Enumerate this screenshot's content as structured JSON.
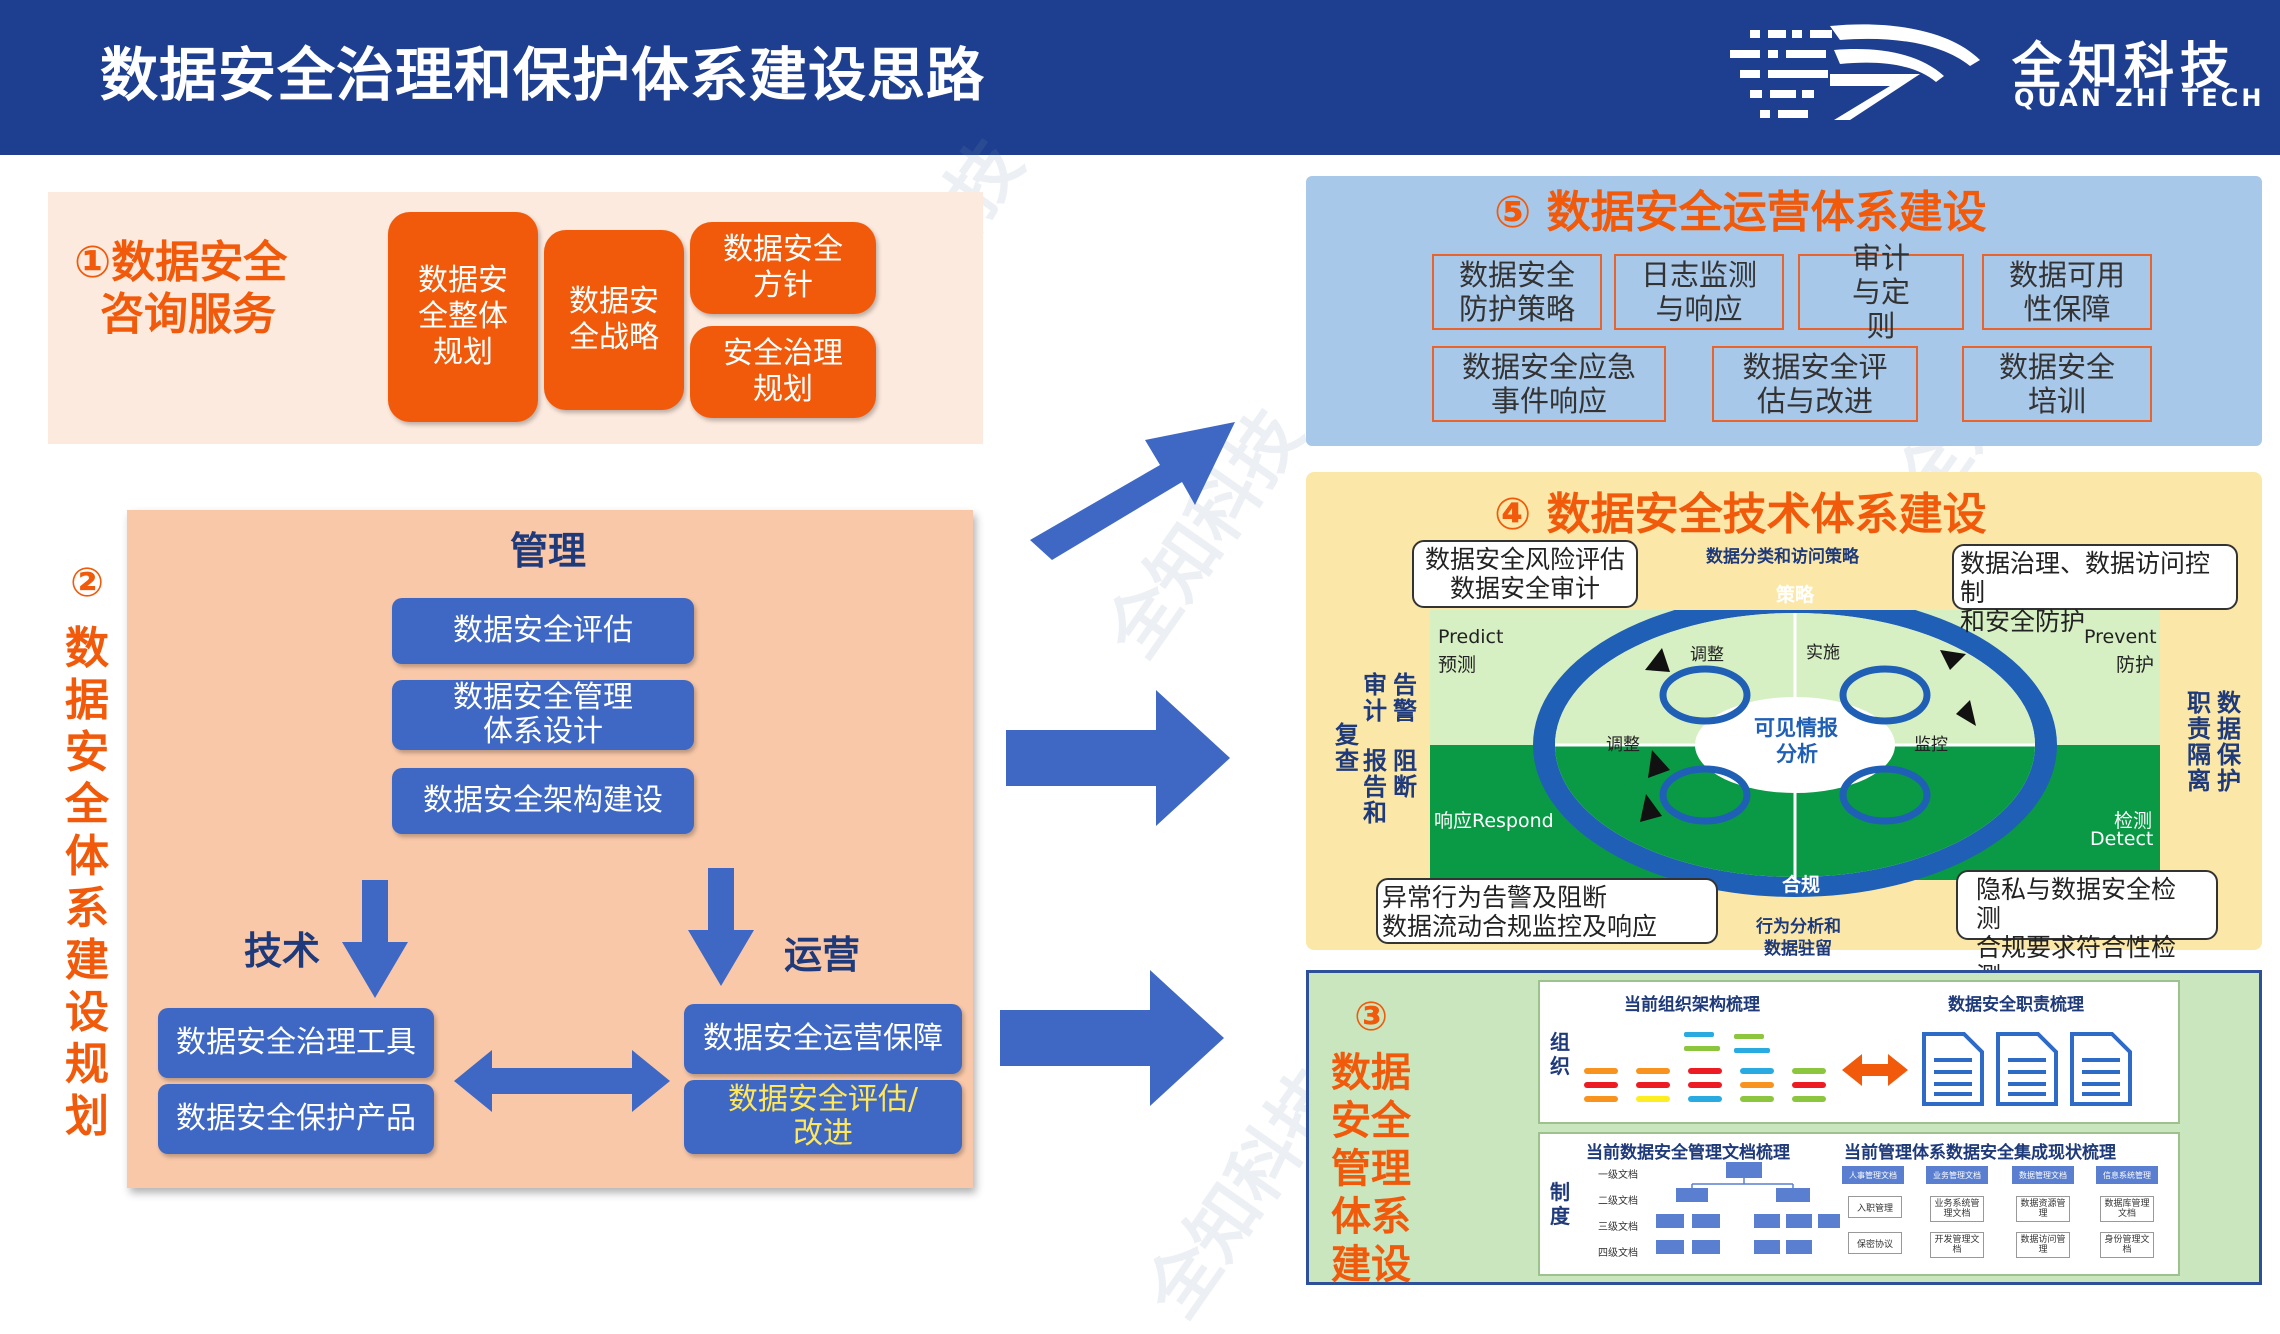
{
  "header": {
    "title": "数据安全治理和保护体系建设思路",
    "logo_cn": "全知科技",
    "logo_en": "QUAN ZHI TECH"
  },
  "sec1": {
    "title_line1": "①数据安全",
    "title_line2": "咨询服务",
    "boxes": [
      "数据安全整体规划",
      "数据安全战略",
      "数据安全方针",
      "安全治理规划"
    ]
  },
  "sec2": {
    "vertical_title": [
      "②",
      "数",
      "据",
      "安",
      "全",
      "体",
      "系",
      "建",
      "设",
      "规",
      "划"
    ],
    "management_label": "管理",
    "management_items": [
      "数据安全评估",
      "数据安全管理体系设计",
      "数据安全架构建设"
    ],
    "tech_label": "技术",
    "tech_items": [
      "数据安全治理工具",
      "数据安全保护产品"
    ],
    "ops_label": "运营",
    "ops_items": [
      "数据安全运营保障",
      "数据安全评估/改进"
    ]
  },
  "sec5": {
    "title": "⑤ 数据安全运营体系建设",
    "row1": [
      "数据安全防护策略",
      "日志监测与响应",
      "审计与定则",
      "数据可用性保障"
    ],
    "row2": [
      "数据安全应急事件响应",
      "数据安全评估与改进",
      "数据安全培训"
    ]
  },
  "sec4": {
    "title": "④ 数据安全技术体系建设",
    "top_caption": "数据分类和访问策略",
    "bottom_caption_line1": "行为分析和",
    "bottom_caption_line2": "数据驻留",
    "callout_tl": [
      "数据安全风险评估",
      "数据安全审计"
    ],
    "callout_tr": [
      "数据治理、数据访问控制",
      "和安全防护"
    ],
    "callout_bl": [
      "异常行为告警及阻断",
      "数据流动合规监控及响应"
    ],
    "callout_br": [
      "隐私与数据安全检测",
      "合规要求符合性检测"
    ],
    "predict": [
      "Predict",
      "预测"
    ],
    "prevent": [
      "Prevent",
      "防护"
    ],
    "respond": "响应Respond",
    "detect": [
      "检测",
      "Detect"
    ],
    "ring_top": "策略",
    "ring_bottom": "合规",
    "center": [
      "可见情报",
      "分析"
    ],
    "cycle_labels": [
      "调整",
      "实施",
      "调整",
      "监控"
    ],
    "left_side_1": "告警",
    "left_side_2": "审计",
    "left_side_3": "阻断",
    "left_side_4": "报告和",
    "left_side_5": "复查",
    "right_side_1": "数据保护",
    "right_side_2": "职责隔离",
    "colors": {
      "green": "#0a9a45",
      "light_green": "#d6f0c4",
      "ring_blue": "#1f5fb5"
    }
  },
  "sec3": {
    "vertical_title": [
      "③",
      "数据",
      "安全",
      "管理",
      "体系",
      "建设"
    ],
    "top_left_caption": "当前组织架构梳理",
    "top_right_caption": "数据安全职责梳理",
    "org_label": "组织",
    "system_label": "制度",
    "bottom_left_caption": "当前数据安全管理文档梳理",
    "bottom_right_caption": "当前管理体系数据安全集成现状梳理",
    "doc_levels": [
      "一级文档",
      "二级文档",
      "三级文档",
      "四级文档"
    ],
    "integration_headers": [
      "人事管理文档",
      "业务管理文档",
      "数据管理文档",
      "信息系统管理"
    ],
    "integration_items": [
      "入职管理",
      "保密协议",
      "业务系统管理文档",
      "开发管理文档",
      "数据资源管理",
      "数据访问管理",
      "数据库管理文档",
      "身份管理文档"
    ]
  },
  "watermark": "全知科技"
}
